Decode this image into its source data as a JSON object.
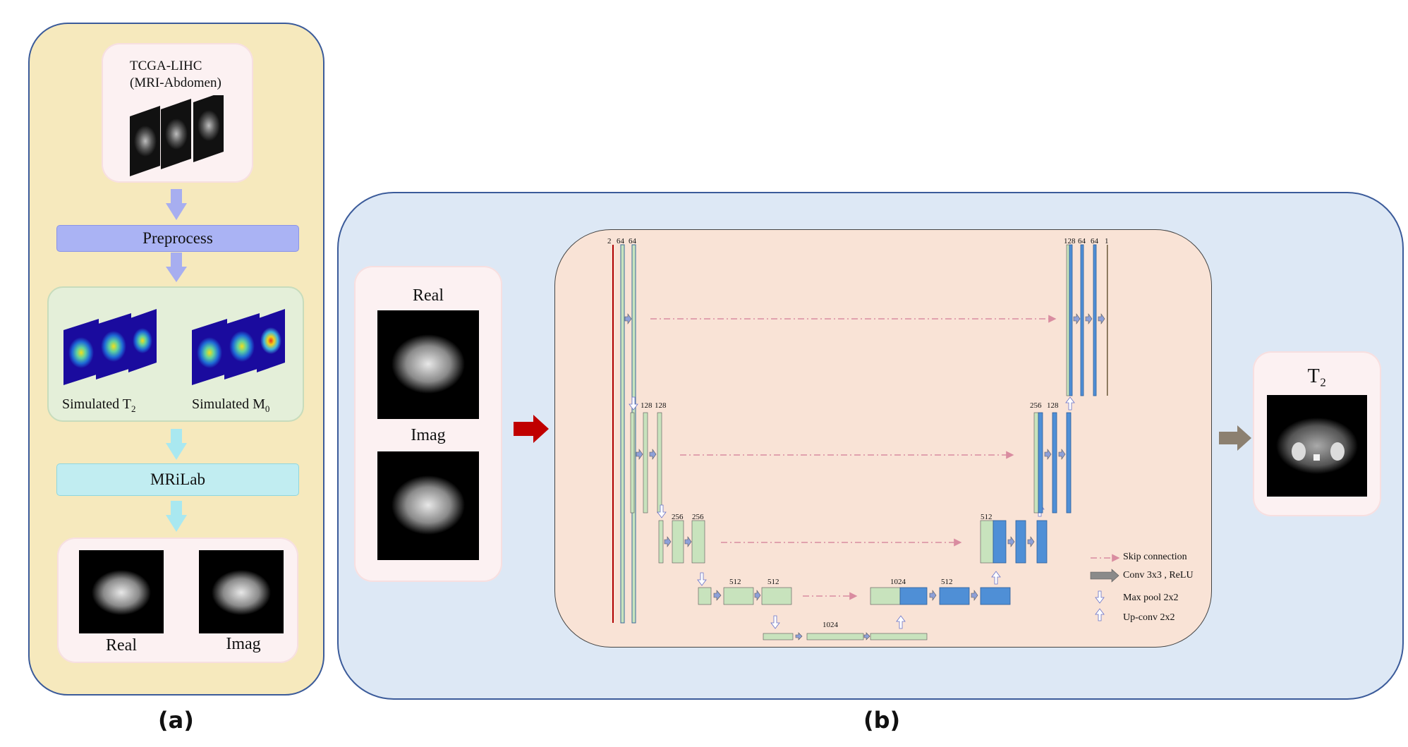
{
  "panel_a": {
    "dataset_title": "TCGA-LIHC",
    "dataset_subtitle": "(MRI-Abdomen)",
    "preprocess_label": "Preprocess",
    "sim_t2_label": "Simulated T",
    "sim_t2_sub": "2",
    "sim_m0_label": "Simulated M",
    "sim_m0_sub": "0",
    "mrilab_label": "MRiLab",
    "real_label": "Real",
    "imag_label": "Imag",
    "caption": "(a)"
  },
  "panel_b": {
    "input_real_label": "Real",
    "input_imag_label": "Imag",
    "output_label": "T₂",
    "caption": "(b)",
    "channels": {
      "l1_in": [
        "2",
        "64",
        "64"
      ],
      "l2_in": [
        "128",
        "128"
      ],
      "l3_in": [
        "256",
        "256"
      ],
      "l4_in": [
        "512",
        "512"
      ],
      "bottom": "1024",
      "l4_up": [
        "1024",
        "512"
      ],
      "l3_up": "512",
      "l2_up": [
        "256",
        "128"
      ],
      "l1_up": [
        "128",
        "64",
        "64",
        "1"
      ]
    },
    "legend": {
      "skip": "Skip connection",
      "conv": "Conv 3x3 , ReLU",
      "pool": "Max pool  2x2",
      "upconv": "Up-conv  2x2"
    }
  },
  "colors": {
    "panel_a_bg": "#f6e9bd",
    "panel_b_bg": "#dde8f5",
    "unet_bg": "#f9e3d6",
    "encoder_block": "#c8e3bd",
    "decoder_block": "#4f8fd6",
    "arrow_red": "#c00000",
    "arrow_gray": "#8c8070"
  }
}
